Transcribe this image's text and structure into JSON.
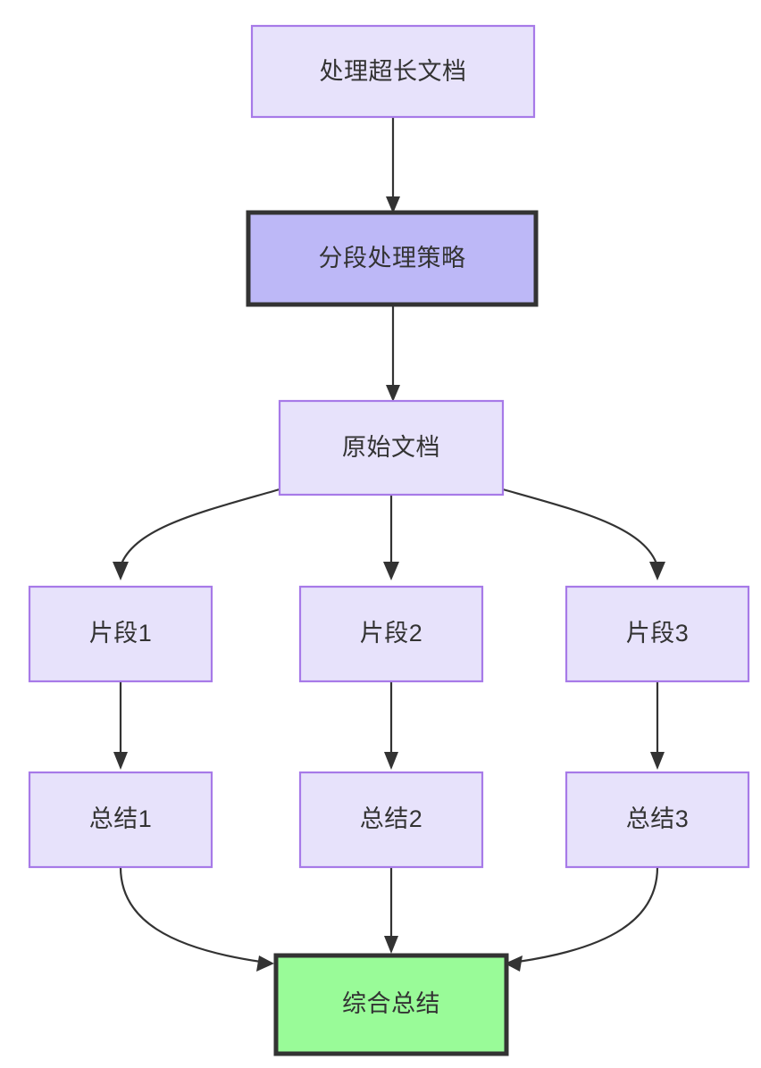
{
  "diagram": {
    "type": "flowchart",
    "direction": "top-to-bottom",
    "background_color": "#ffffff",
    "title_text": "处理超长文档",
    "styles": {
      "normal_fill": "#e7e2fb",
      "normal_border": "#a77ae8",
      "highlight_fill": "#bdb8f7",
      "highlight_border": "#333333",
      "final_fill": "#99fb98",
      "final_border": "#333333",
      "text_color": "#333333",
      "edge_color": "#333333"
    },
    "nodes": [
      {
        "id": "n1",
        "label": "处理超长文档",
        "style": "normal"
      },
      {
        "id": "n2",
        "label": "分段处理策略",
        "style": "highlight"
      },
      {
        "id": "n3",
        "label": "原始文档",
        "style": "normal"
      },
      {
        "id": "n4",
        "label": "片段1",
        "style": "normal"
      },
      {
        "id": "n5",
        "label": "片段2",
        "style": "normal"
      },
      {
        "id": "n6",
        "label": "片段3",
        "style": "normal"
      },
      {
        "id": "n7",
        "label": "总结1",
        "style": "normal"
      },
      {
        "id": "n8",
        "label": "总结2",
        "style": "normal"
      },
      {
        "id": "n9",
        "label": "总结3",
        "style": "normal"
      },
      {
        "id": "n10",
        "label": "综合总结",
        "style": "final"
      }
    ],
    "edges": [
      {
        "from": "处理超长文档",
        "to": "分段处理策略",
        "shape": "straight"
      },
      {
        "from": "分段处理策略",
        "to": "原始文档",
        "shape": "straight"
      },
      {
        "from": "原始文档",
        "to": "片段1",
        "shape": "curved"
      },
      {
        "from": "原始文档",
        "to": "片段2",
        "shape": "straight"
      },
      {
        "from": "原始文档",
        "to": "片段3",
        "shape": "curved"
      },
      {
        "from": "片段1",
        "to": "总结1",
        "shape": "straight"
      },
      {
        "from": "片段2",
        "to": "总结2",
        "shape": "straight"
      },
      {
        "from": "片段3",
        "to": "总结3",
        "shape": "straight"
      },
      {
        "from": "总结1",
        "to": "综合总结",
        "shape": "curved"
      },
      {
        "from": "总结2",
        "to": "综合总结",
        "shape": "straight"
      },
      {
        "from": "总结3",
        "to": "综合总结",
        "shape": "curved"
      }
    ]
  }
}
